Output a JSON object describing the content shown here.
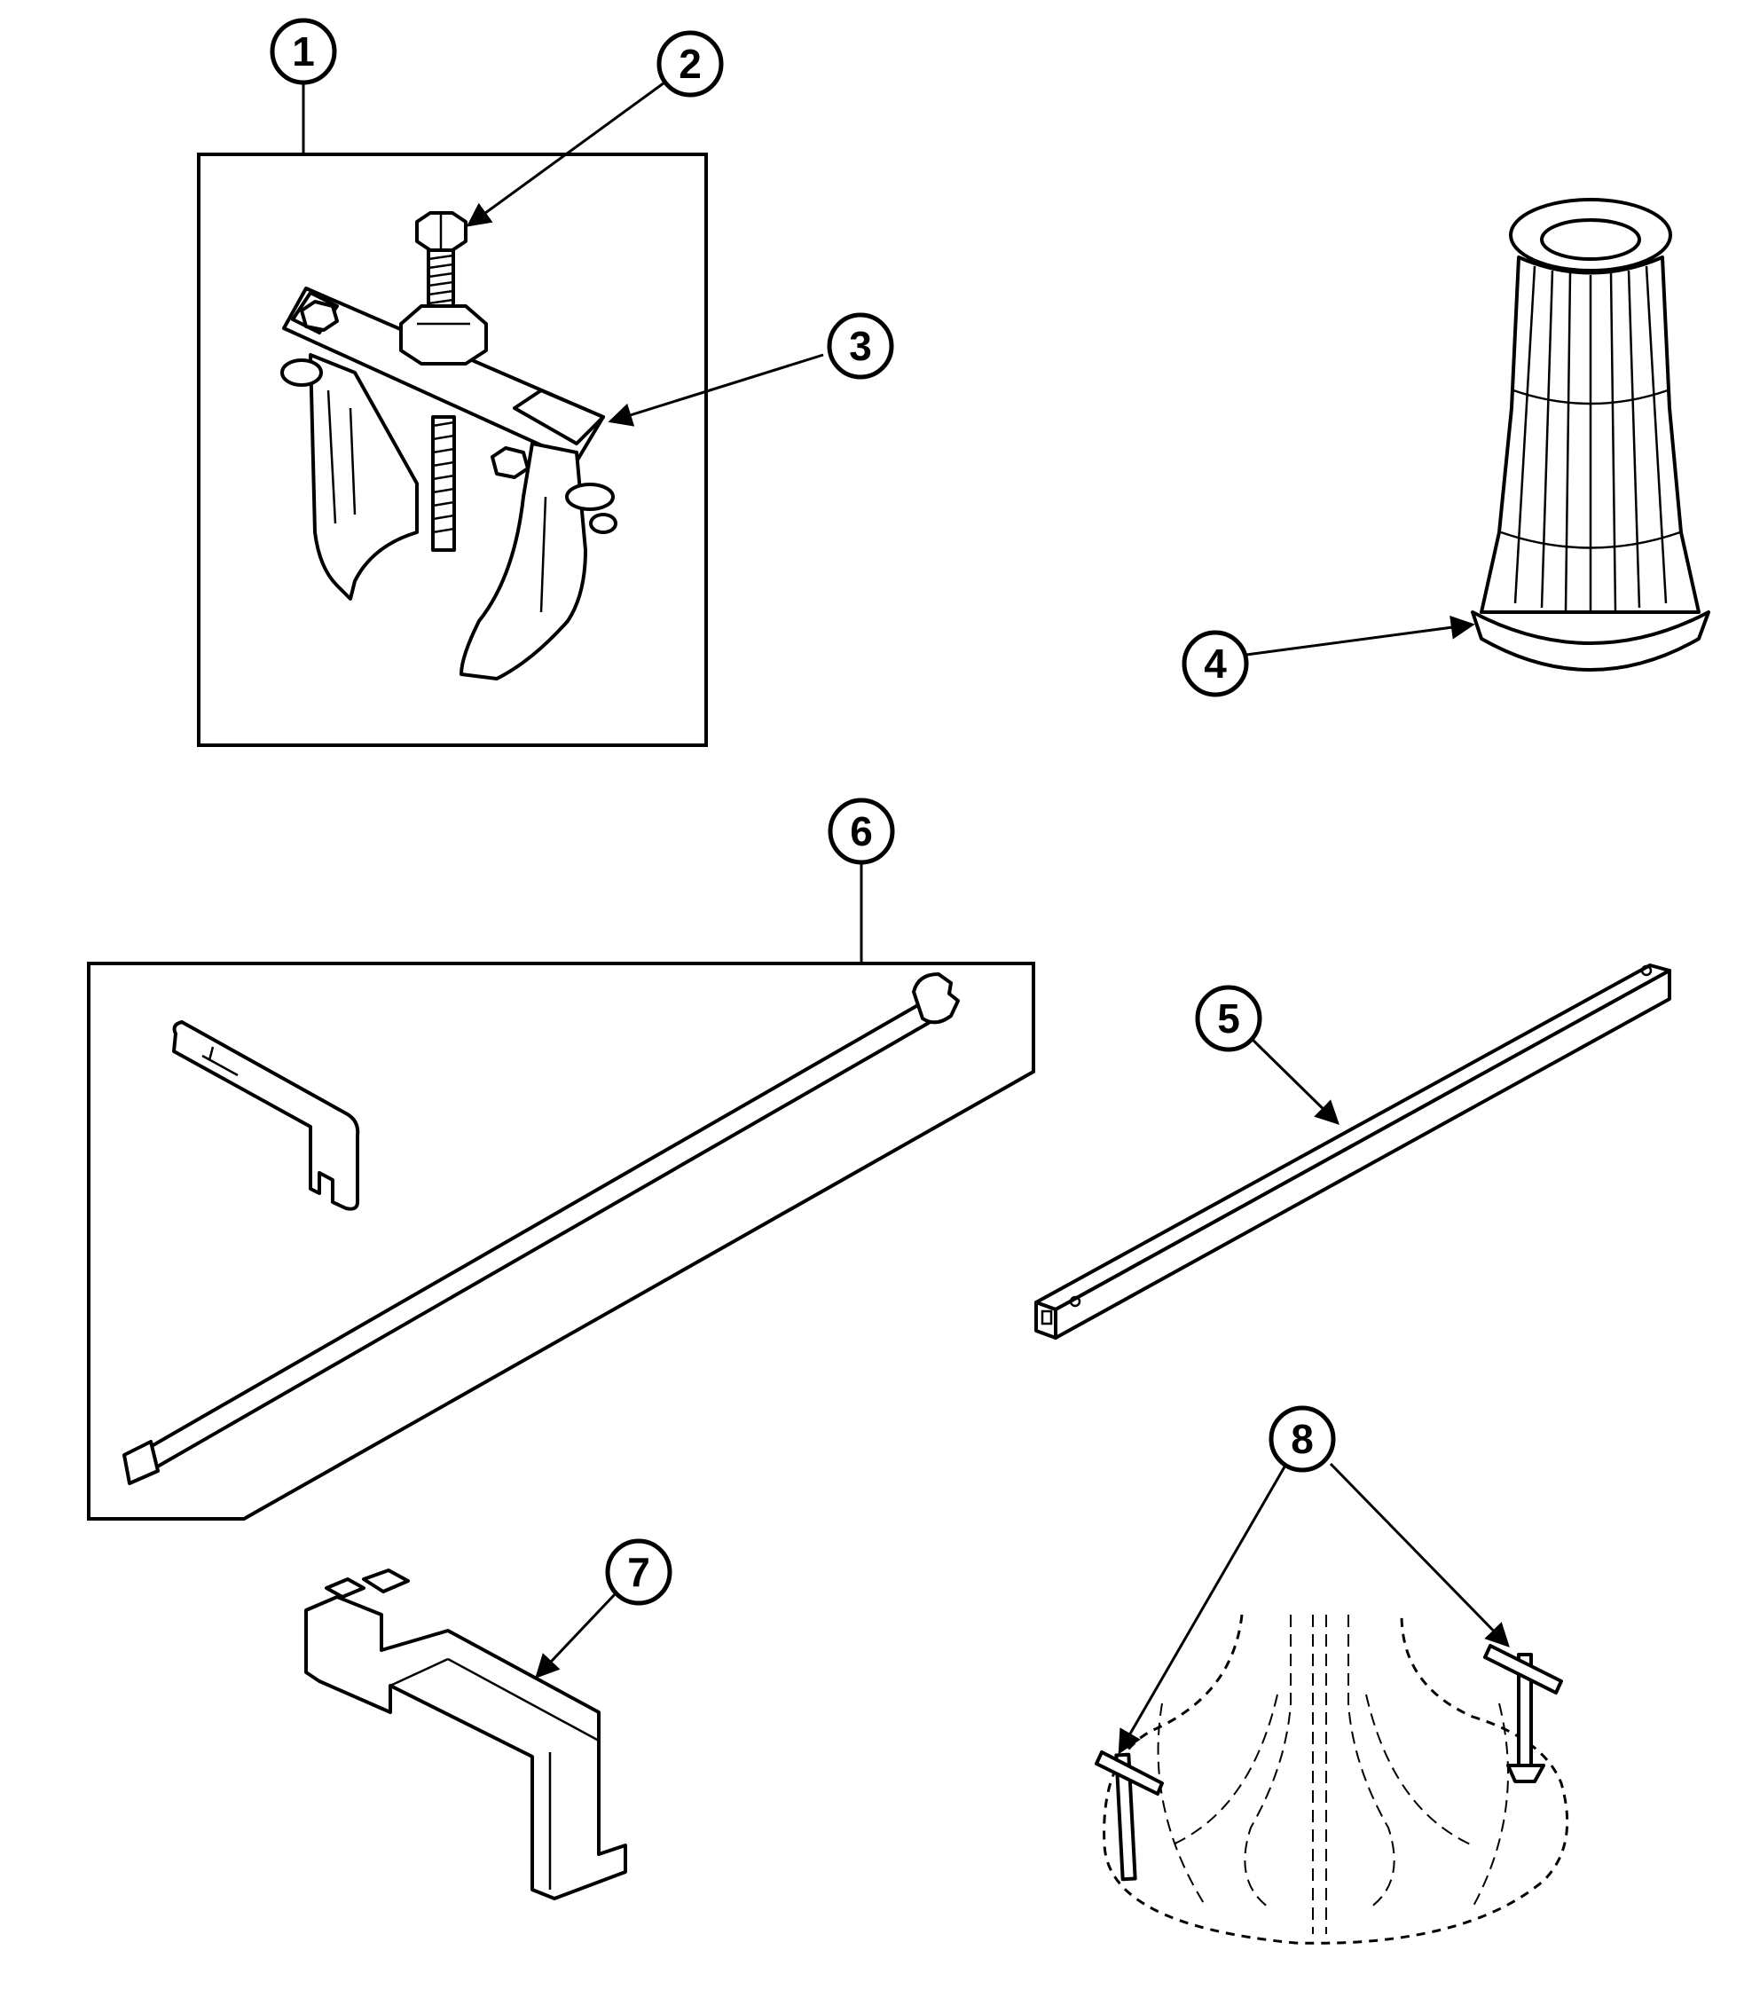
{
  "diagram": {
    "callouts": [
      {
        "id": "1",
        "label": "1",
        "part": "puller-kit"
      },
      {
        "id": "2",
        "label": "2",
        "part": "puller-bolt"
      },
      {
        "id": "3",
        "label": "3",
        "part": "puller-frame"
      },
      {
        "id": "4",
        "label": "4",
        "part": "tapered-column"
      },
      {
        "id": "5",
        "label": "5",
        "part": "square-bar"
      },
      {
        "id": "6",
        "label": "6",
        "part": "wrench-kit"
      },
      {
        "id": "7",
        "label": "7",
        "part": "hanger-bracket"
      },
      {
        "id": "8",
        "label": "8",
        "part": "t-pins"
      }
    ],
    "colors": {
      "ink": "#000000",
      "paper": "#ffffff"
    }
  }
}
